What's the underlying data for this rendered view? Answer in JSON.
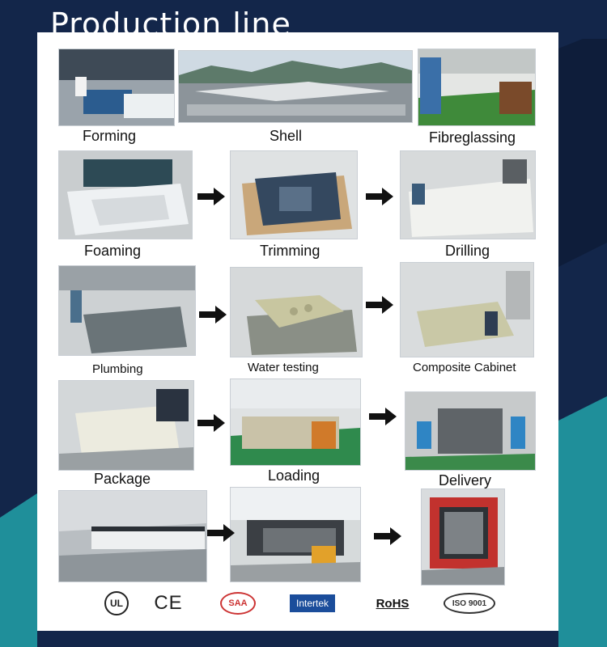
{
  "header": {
    "title": "Production line"
  },
  "steps": [
    {
      "label": "Forming"
    },
    {
      "label": "Shell"
    },
    {
      "label": "Fibreglassing"
    },
    {
      "label": "Foaming"
    },
    {
      "label": "Trimming"
    },
    {
      "label": "Drilling"
    },
    {
      "label": "Plumbing"
    },
    {
      "label": "Water testing"
    },
    {
      "label": "Composite Cabinet"
    },
    {
      "label": "Package"
    },
    {
      "label": "Loading"
    },
    {
      "label": "Delivery"
    }
  ],
  "certifications": [
    {
      "label": "UL"
    },
    {
      "label": "CE"
    },
    {
      "label": "SAA"
    },
    {
      "label": "Intertek"
    },
    {
      "label": "RoHS"
    },
    {
      "label": "ISO 9001"
    }
  ],
  "icons": {
    "arrow": "arrow-right-icon"
  },
  "colors": {
    "navy": "#13264a",
    "teal": "#1f8f9a",
    "arrow": "#111111"
  }
}
